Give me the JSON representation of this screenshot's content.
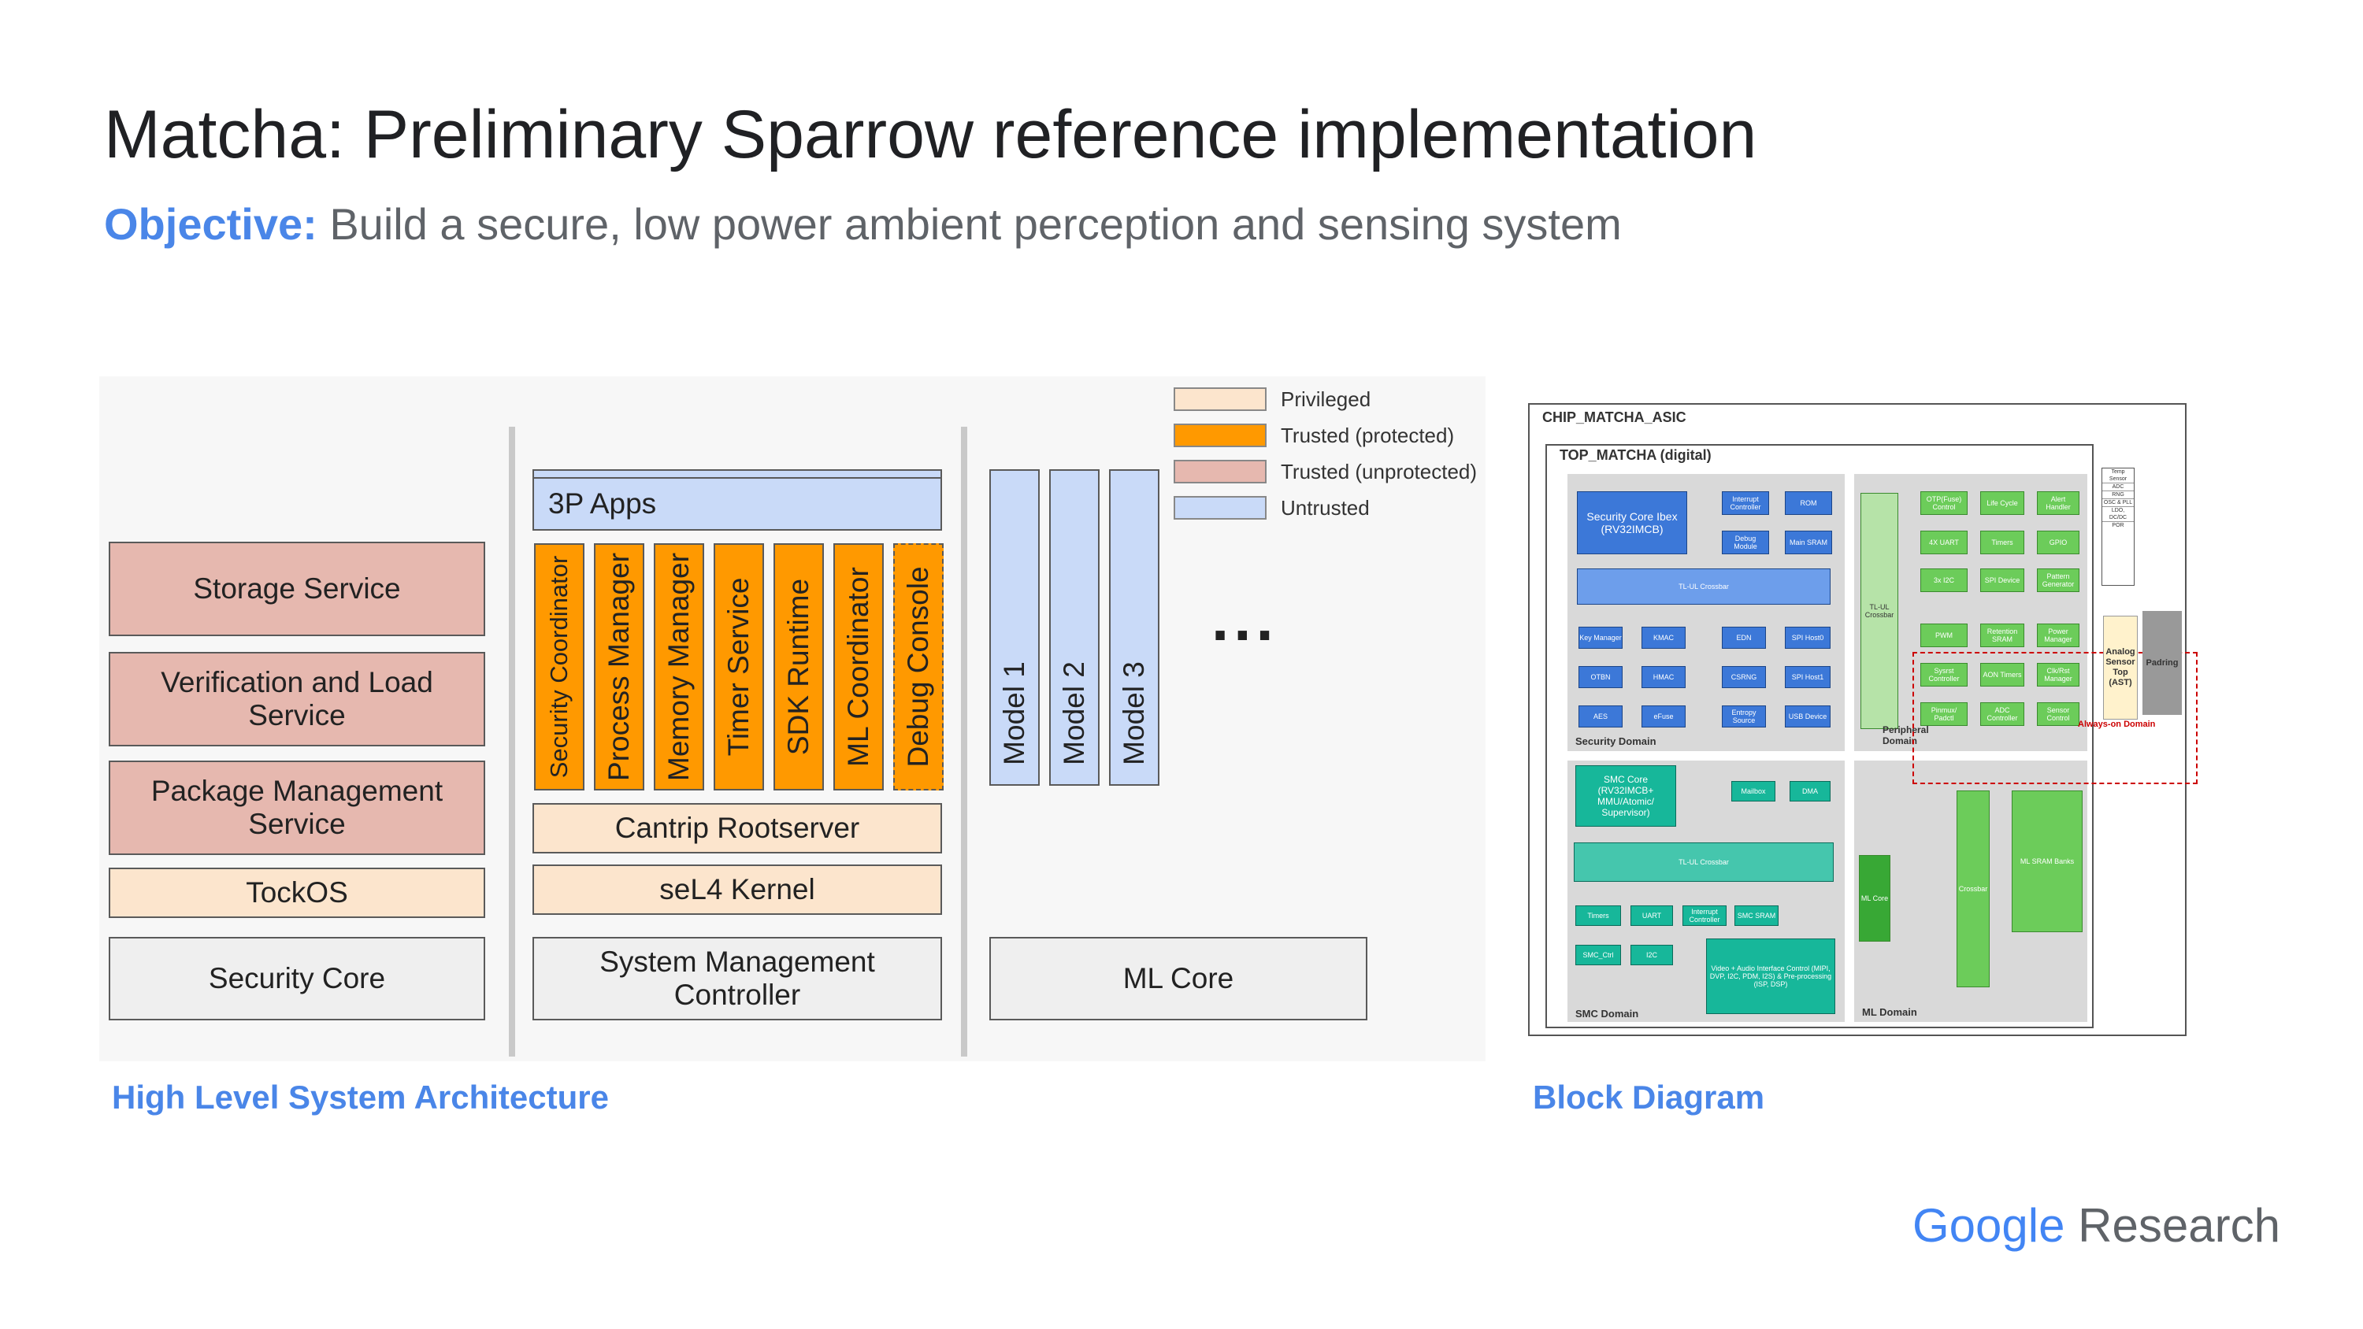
{
  "title": "Matcha: Preliminary Sparrow reference implementation",
  "objective": {
    "label": "Objective:",
    "text": " Build a secure, low power ambient perception and sensing system"
  },
  "legend": [
    {
      "label": "Privileged",
      "color": "#fce5cd"
    },
    {
      "label": "Trusted (protected)",
      "color": "#ff9900"
    },
    {
      "label": "Trusted (unprotected)",
      "color": "#e6b8af"
    },
    {
      "label": "Untrusted",
      "color": "#c9daf8"
    }
  ],
  "architecture": {
    "column1": {
      "storage": "Storage Service",
      "verification": "Verification and Load Service",
      "package": "Package Management Service",
      "tockos": "TockOS",
      "security_core": "Security Core"
    },
    "column2": {
      "apps": "3P Apps",
      "services": [
        "Security Coordinator",
        "Process Manager",
        "Memory Manager",
        "Timer Service",
        "SDK Runtime",
        "ML Coordinator",
        "Debug Console"
      ],
      "rootserver": "Cantrip Rootserver",
      "kernel": "seL4 Kernel",
      "smc": "System Management Controller"
    },
    "column3": {
      "models": [
        "Model 1",
        "Model 2",
        "Model 3"
      ],
      "ellipsis": "...",
      "ml_core": "ML Core"
    }
  },
  "block_diagram": {
    "chip": "CHIP_MATCHA_ASIC",
    "top": "TOP_MATCHA (digital)",
    "security_core": "Security Core Ibex (RV32IMCB)",
    "interrupt_controller": "Interrupt Controller",
    "rom": "ROM",
    "debug_module": "Debug Module",
    "main_sram": "Main SRAM",
    "tlul_crossbar": "TL-UL Crossbar",
    "key_manager": "Key Manager",
    "kmac": "KMAC",
    "edn": "EDN",
    "spi_host0": "SPI Host0",
    "otbn": "OTBN",
    "hmac": "HMAC",
    "csrng": "CSRNG",
    "spi_host1": "SPI Host1",
    "aes": "AES",
    "efuse": "eFuse",
    "entropy": "Entropy Source",
    "usb": "USB Device",
    "security_domain": "Security Domain",
    "periph_crossbar": "TL-UL Crossbar",
    "otp": "OTP(Fuse) Control",
    "lifecycle": "Life Cycle",
    "alert": "Alert Handler",
    "uart": "4X UART",
    "timers": "Timers",
    "gpio": "GPIO",
    "i2c": "3x I2C",
    "spi_device": "SPI Device",
    "pattern": "Pattern Generator",
    "pwm": "PWM",
    "retention": "Retention SRAM",
    "power": "Power Manager",
    "sysrst": "Sysrst Controller",
    "aon_timers": "AON Timers",
    "clk_rst": "Clk/Rst Manager",
    "pinmux": "Pinmux/ Padctl",
    "adc": "ADC Controller",
    "sensor": "Sensor Control",
    "peripheral_domain": "Peripheral Domain",
    "ast": "Analog Sensor Top (AST)",
    "padring": "Padring",
    "aon_domain": "Always-on Domain",
    "ast_items": [
      "Temp Sensor",
      "ADC",
      "RNG",
      "OSC & PLL",
      "LDO, DC/DC",
      "POR"
    ],
    "smc_core": "SMC Core (RV32IMCB+ MMU/Atomic/ Supervisor)",
    "mailbox": "Mailbox",
    "dma": "DMA",
    "smc_crossbar": "TL-UL Crossbar",
    "smc_timers": "Timers",
    "smc_uart": "UART",
    "smc_intc": "Interrupt Controller",
    "smc_sram": "SMC SRAM",
    "smc_ctrl": "SMC_Ctrl",
    "smc_i2c": "I2C",
    "video_audio": "Video + Audio Interface Control (MIPI, DVP, I2C, PDM, I2S) & Pre-processing (ISP, DSP)",
    "smc_domain": "SMC Domain",
    "ml_core": "ML Core",
    "ml_crossbar": "Crossbar",
    "ml_sram": "ML SRAM Banks",
    "ml_domain": "ML Domain"
  },
  "captions": {
    "architecture": "High Level System Architecture",
    "block": "Block Diagram"
  },
  "logo": {
    "google": "Google",
    "research": " Research"
  }
}
